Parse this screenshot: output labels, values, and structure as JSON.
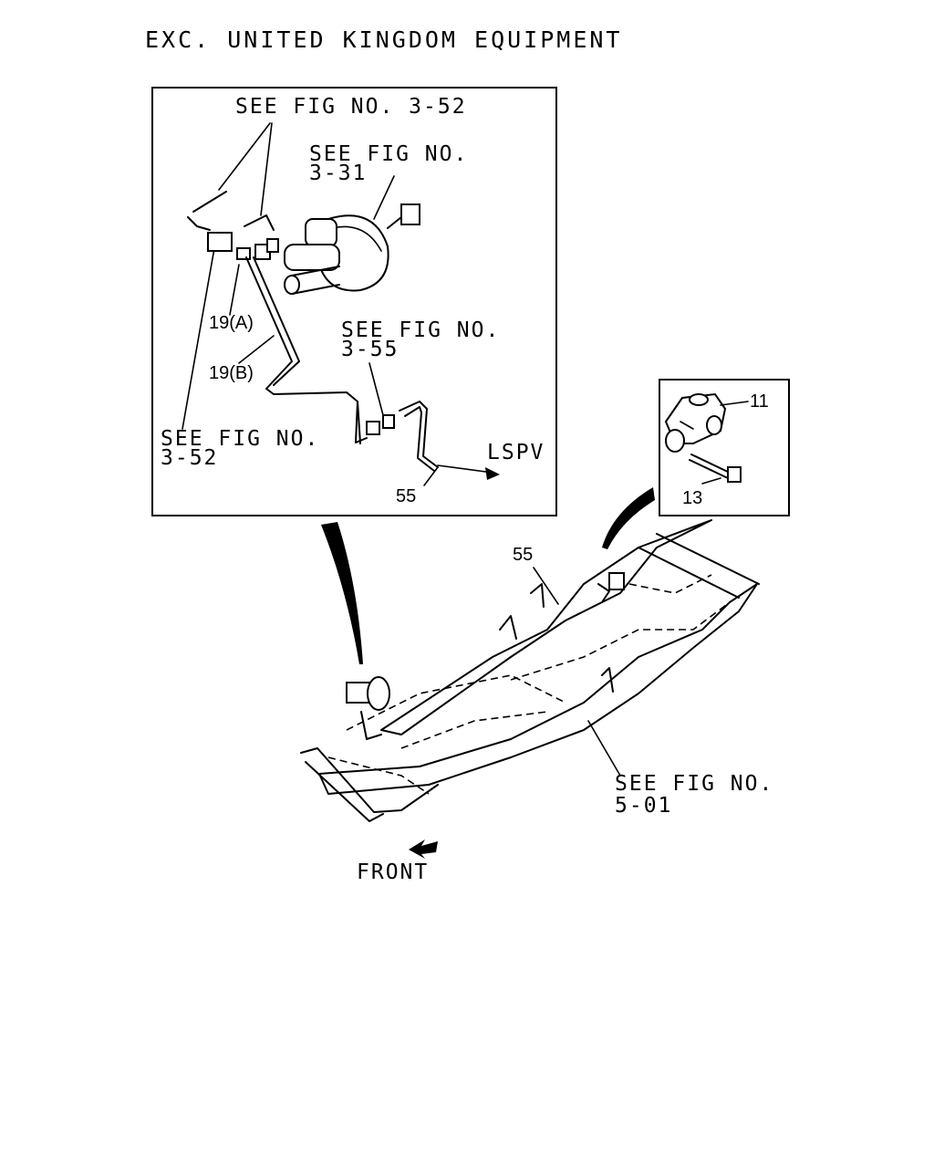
{
  "header": {
    "title": "EXC. UNITED KINGDOM EQUIPMENT"
  },
  "detail_box": {
    "ref_top": "SEE FIG NO. 3-52",
    "ref_booster_line1": "SEE FIG NO.",
    "ref_booster_line2": "3-31",
    "ref_mid_line1": "SEE FIG NO.",
    "ref_mid_line2": "3-55",
    "ref_left_line1": "SEE FIG NO.",
    "ref_left_line2": "3-52",
    "part_19a": "19(A)",
    "part_19b": "19(B)",
    "part_55": "55",
    "lspv": "LSPV"
  },
  "valve_box": {
    "part_11": "11",
    "part_13": "13"
  },
  "frame": {
    "part_55": "55",
    "ref_line1": "SEE FIG NO.",
    "ref_line2": "5-01",
    "front": "FRONT"
  }
}
